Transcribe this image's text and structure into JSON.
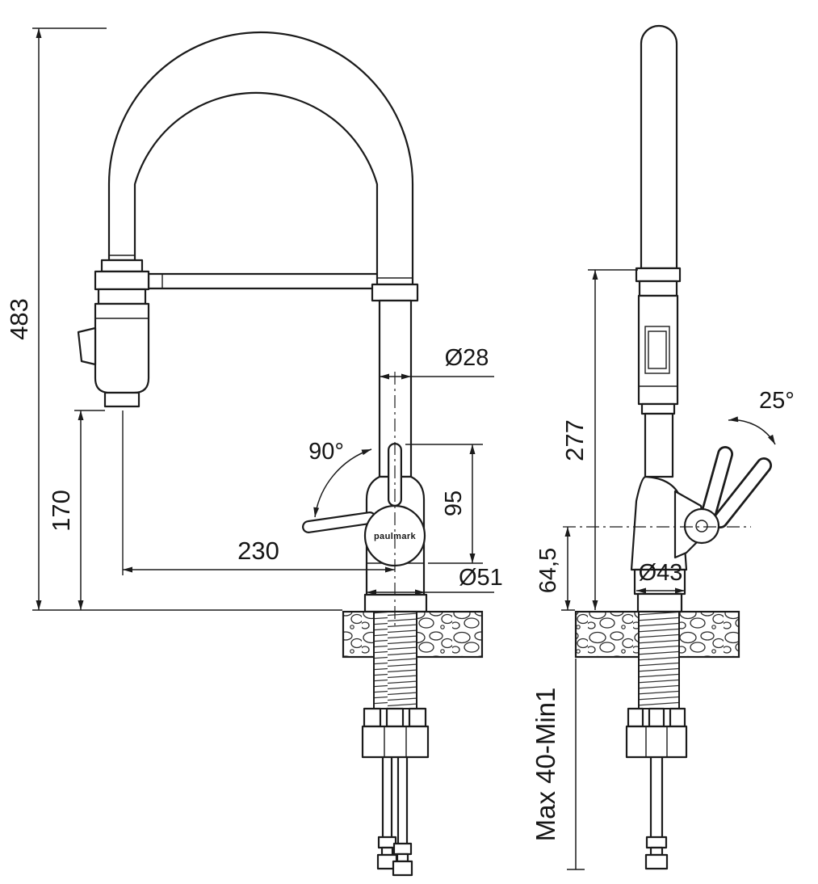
{
  "brand_logo": "paulmark",
  "front_view": {
    "overall_height": "483",
    "spray_head_clearance": "170",
    "spout_diameter": "Ø28",
    "handle_swivel_angle": "90°",
    "handle_zone_height": "95",
    "spout_reach": "230",
    "base_diameter": "Ø51"
  },
  "side_view": {
    "column_height": "277",
    "handle_tilt_angle": "25°",
    "body_base_height": "64,5",
    "base_diameter": "Ø43",
    "mounting_thickness_range": "Max 40-Min1"
  }
}
